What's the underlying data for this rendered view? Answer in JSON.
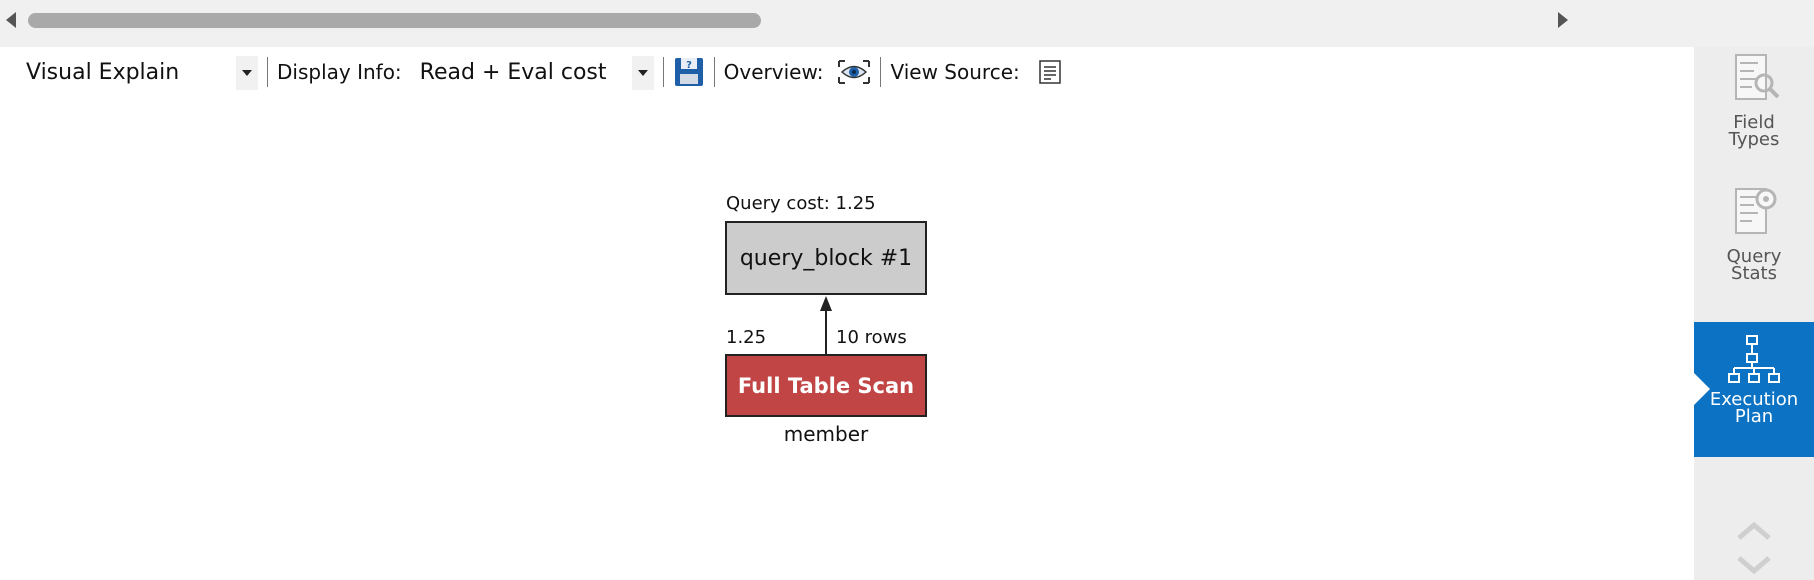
{
  "toolbar": {
    "view_mode": "Visual Explain",
    "display_info_label": "Display Info:",
    "display_info_value": "Read + Eval cost",
    "overview_label": "Overview:",
    "view_source_label": "View Source:"
  },
  "diagram": {
    "query_cost_label": "Query cost: 1.25",
    "query_block_label": "query_block #1",
    "edge_cost": "1.25",
    "edge_rows": "10 rows",
    "scan_label": "Full Table Scan",
    "table_name": "member"
  },
  "side_panel": {
    "items": [
      {
        "label_1": "Field",
        "label_2": "Types",
        "icon": "field-types-icon"
      },
      {
        "label_1": "Query",
        "label_2": "Stats",
        "icon": "query-stats-icon"
      },
      {
        "label_1": "Execution",
        "label_2": "Plan",
        "icon": "execution-plan-icon",
        "active": true
      }
    ]
  },
  "colors": {
    "scan_fill": "#c14545",
    "query_block_fill": "#cccccc",
    "active_tab": "#0b72c4"
  }
}
